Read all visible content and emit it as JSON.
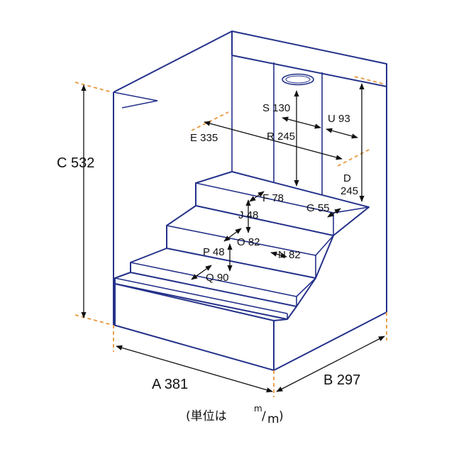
{
  "dimensions": {
    "A": "A 381",
    "B": "B 297",
    "C": "C 532",
    "D1": "D",
    "D2": "245",
    "E": "E 335",
    "F": "F 78",
    "G": "G 55",
    "J": "J 48",
    "N": "N 82",
    "O": "O 82",
    "P": "P 48",
    "Q": "Q 90",
    "R": "R 245",
    "S": "S 130",
    "U": "U 93"
  },
  "unit_note": {
    "prefix": "(単位は ",
    "numerator": "m",
    "slash": "/",
    "denominator": "m",
    "suffix": ")"
  },
  "colors": {
    "outline": "#24318a",
    "dimension_line": "#111111",
    "extension_line": "#e8963a"
  }
}
